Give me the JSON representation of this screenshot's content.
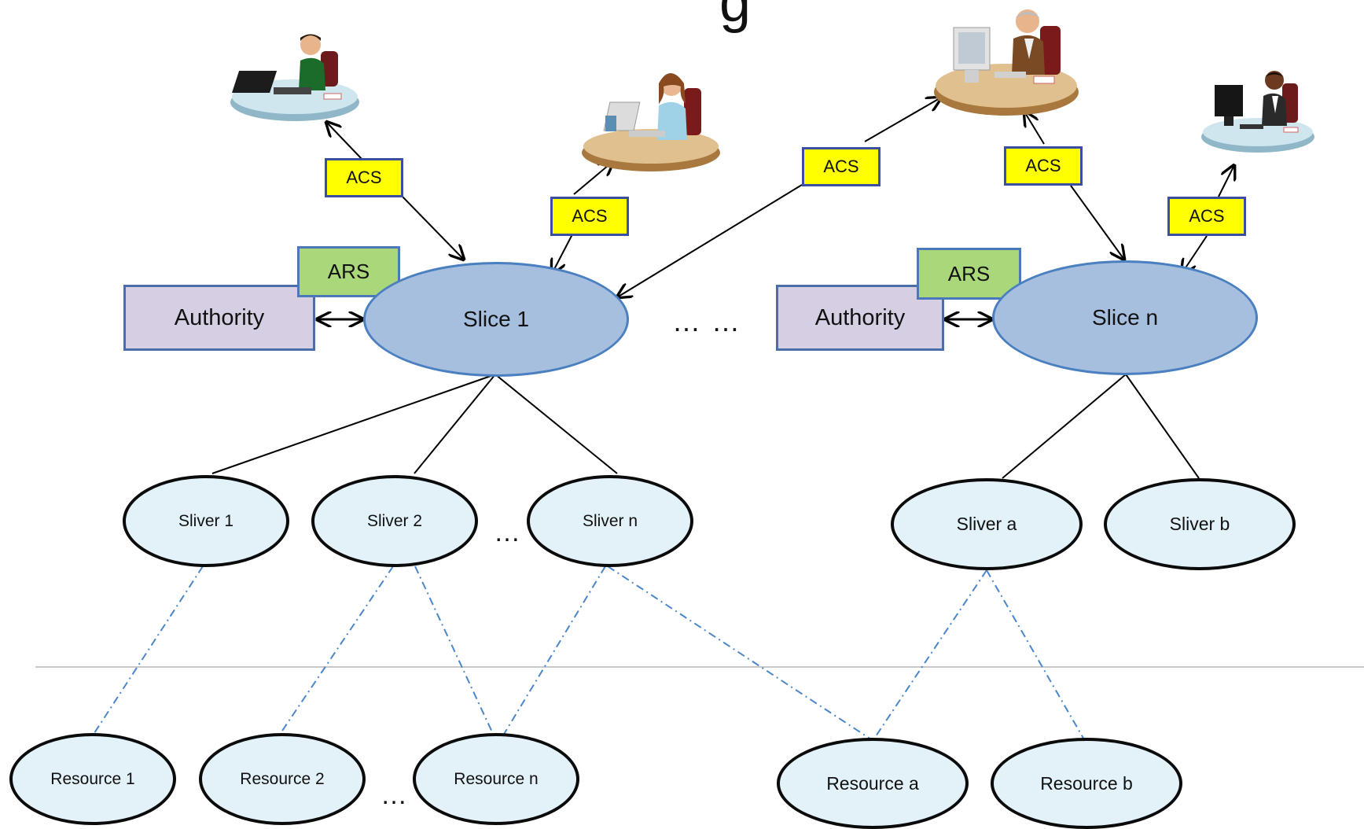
{
  "page_title_partial": "g",
  "acs_label": "ACS",
  "ars_label": "ARS",
  "authority_label": "Authority",
  "slices": {
    "slice_1": "Slice 1",
    "slice_n": "Slice n"
  },
  "slivers": {
    "sliver_1": "Sliver 1",
    "sliver_2": "Sliver 2",
    "sliver_n": "Sliver n",
    "sliver_a": "Sliver a",
    "sliver_b": "Sliver b"
  },
  "resources": {
    "resource_1": "Resource 1",
    "resource_2": "Resource 2",
    "resource_n": "Resource n",
    "resource_a": "Resource a",
    "resource_b": "Resource b"
  },
  "ellipsis": {
    "between_slices": "… …",
    "between_slivers": "…",
    "between_resources": "…"
  },
  "colors": {
    "acs_fill": "#ffff00",
    "ars_fill": "#a9d77a",
    "authority_fill": "#d6cfe3",
    "slice_fill": "#a7bfdf",
    "sliver_fill": "#e3f1f8",
    "dotted_link": "#4a86c8"
  },
  "icons": [
    "user-at-laptop-icon",
    "woman-at-computer-icon",
    "senior-man-at-desktop-icon",
    "man-at-monitor-icon"
  ]
}
